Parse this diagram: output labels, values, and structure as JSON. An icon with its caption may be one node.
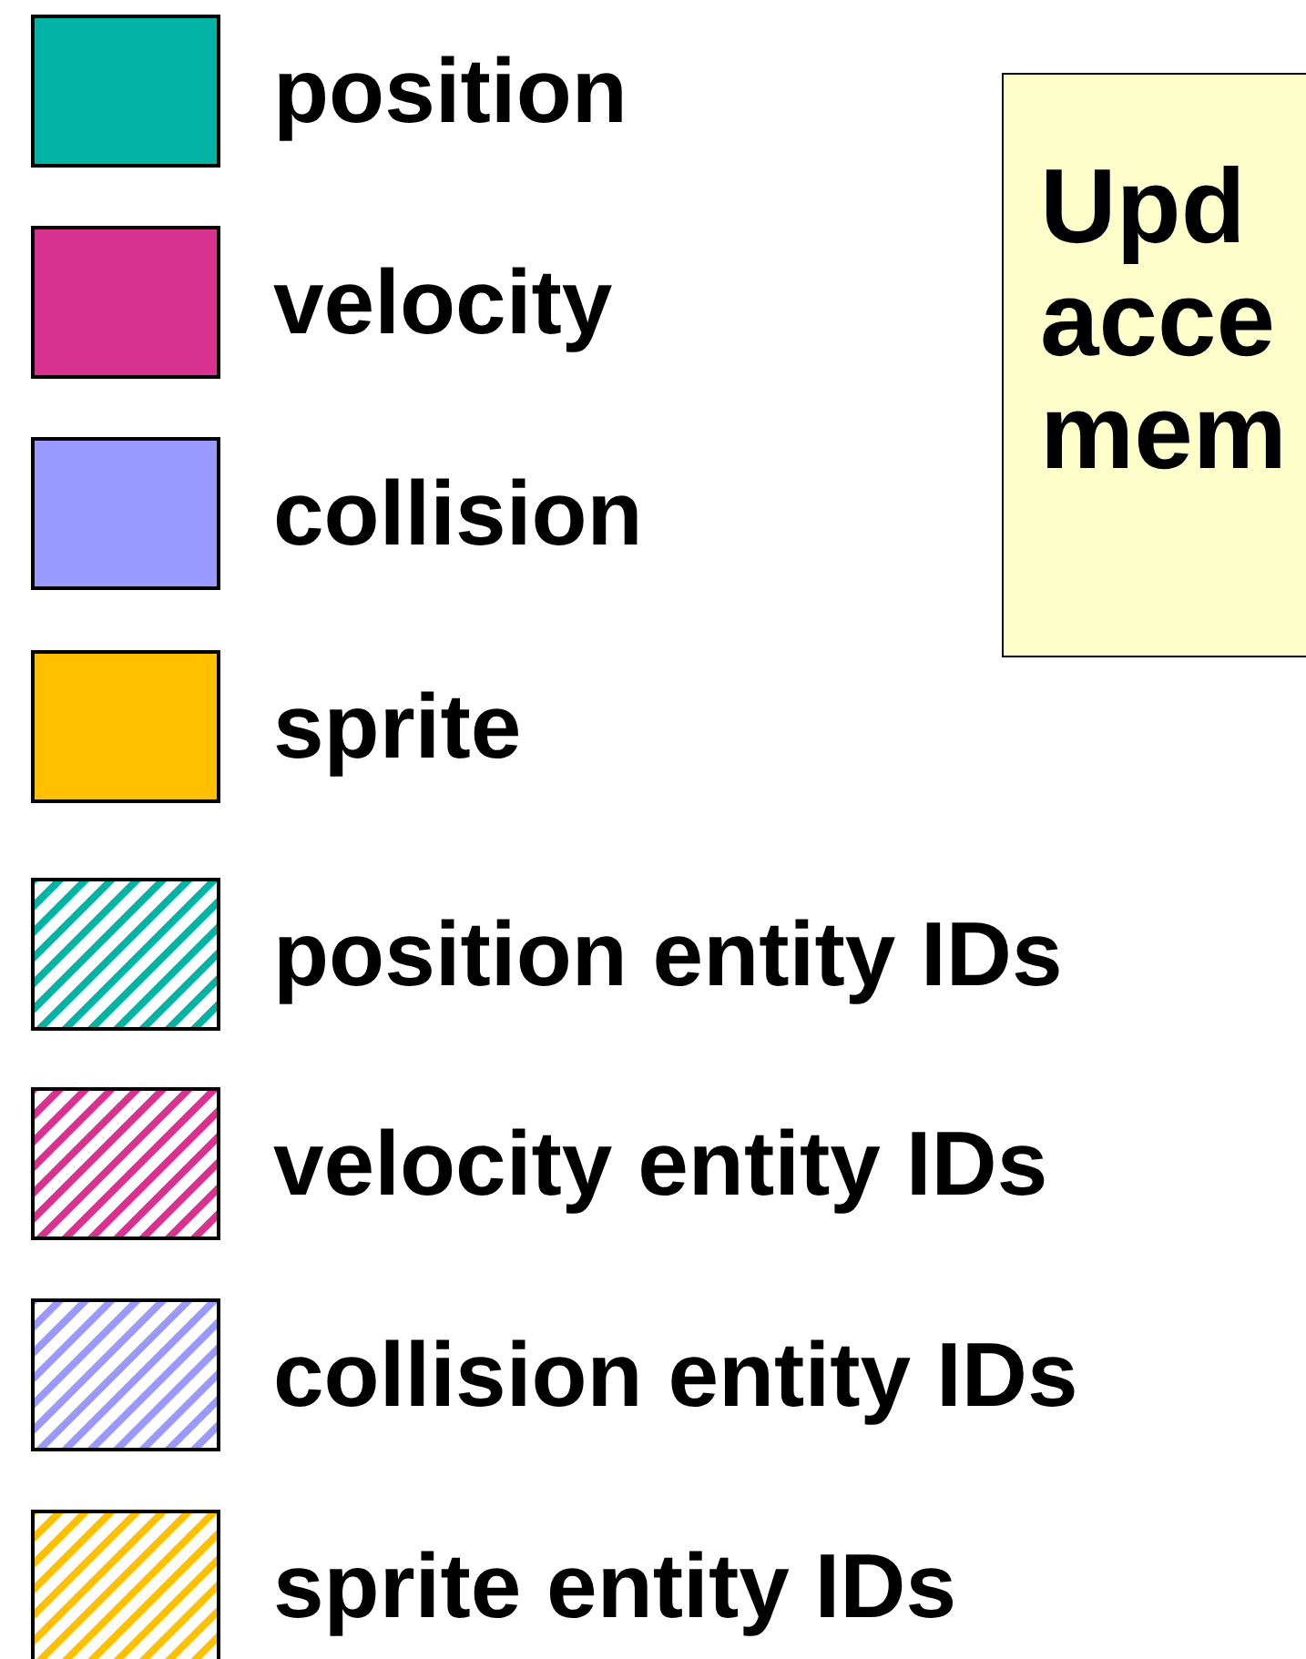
{
  "diagram": {
    "nodes": [
      {
        "text": [
          "Upd acce mem"
        ]
      }
    ],
    "legend": [
      {
        "text": "position",
        "color": "#00b3a4"
      },
      {
        "text": "velocity",
        "color": "#d9318f"
      },
      {
        "text": "collision",
        "color": "#9999ff"
      },
      {
        "text": "sprite",
        "color": "#ffc000"
      },
      {
        "text": "position entity IDs",
        "color": "#00b3a4"
      },
      {
        "text": "velocity entity IDs",
        "color": "#d9318f"
      },
      {
        "text": "collision entity IDs",
        "color": "#9999ff"
      },
      {
        "text": "sprite entity IDs",
        "color": "#ffc000"
      }
    ]
  }
}
